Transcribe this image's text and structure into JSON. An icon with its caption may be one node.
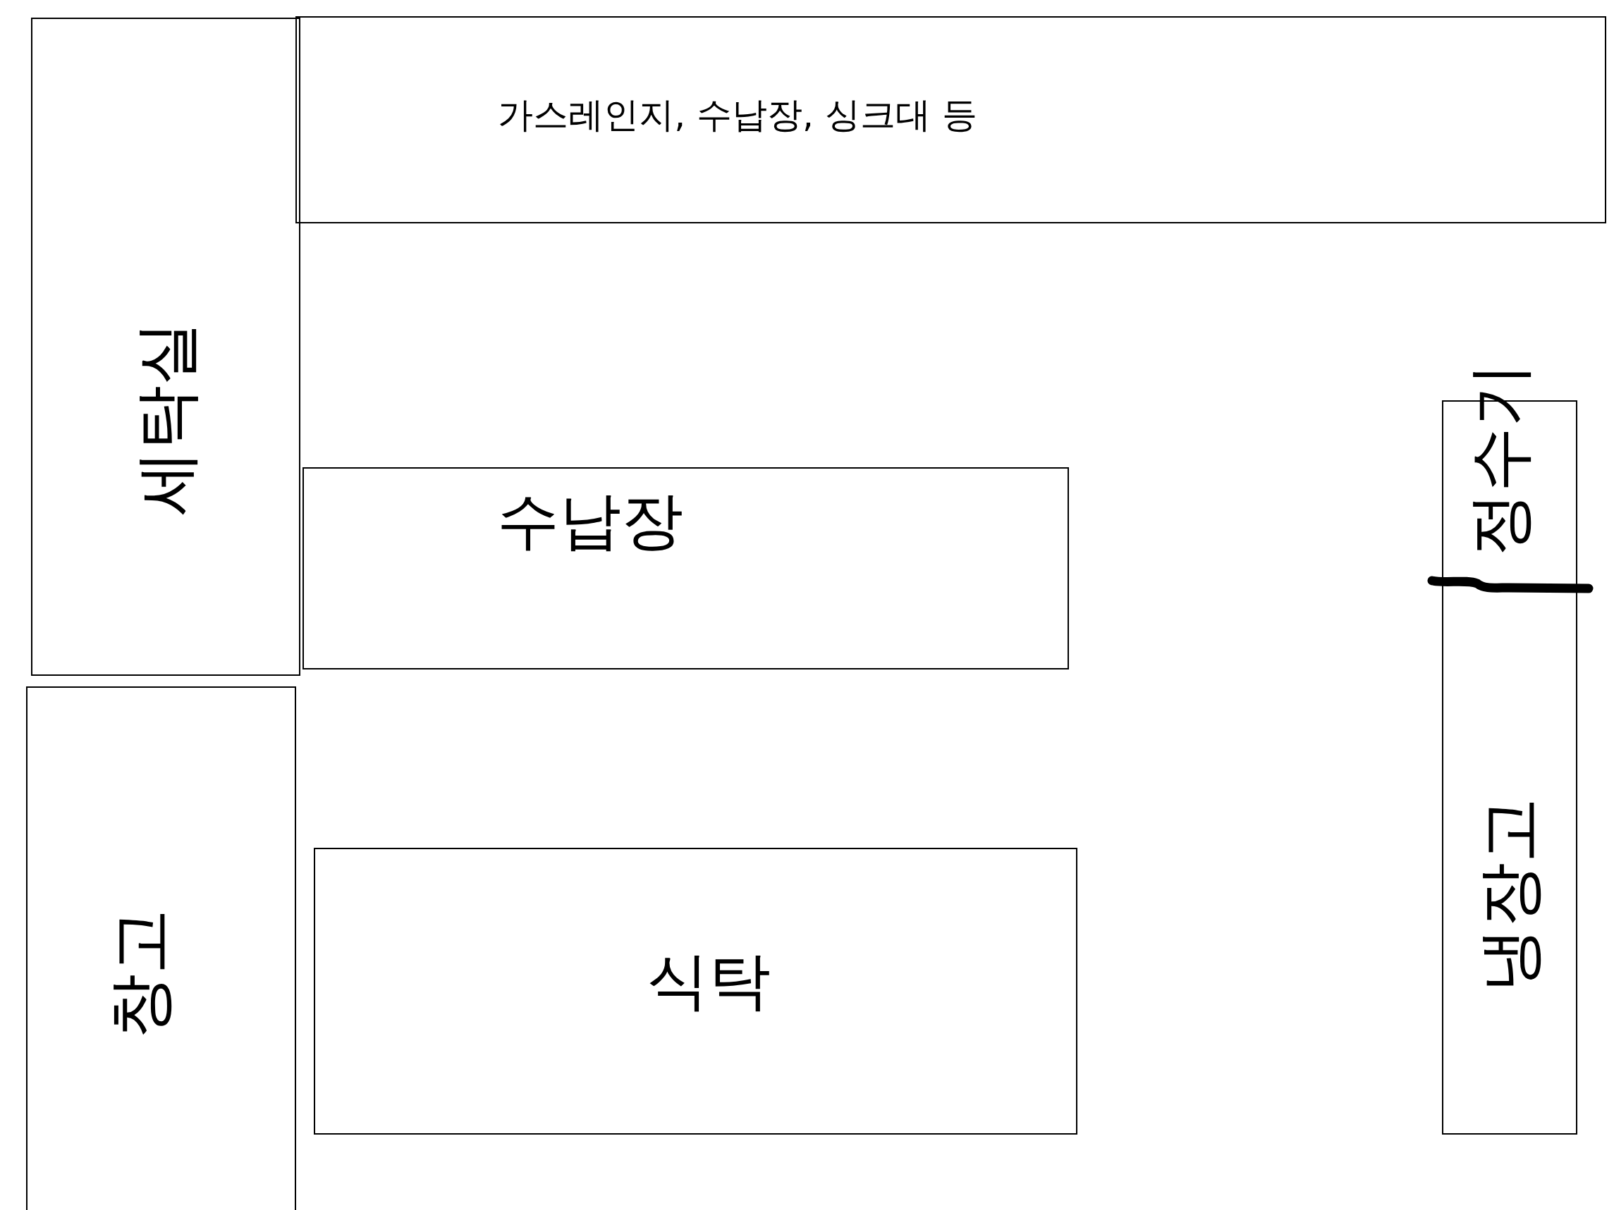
{
  "diagram": {
    "nodes": [
      {
        "text": [
          "세탁실"
        ]
      },
      {
        "text": [
          "가스레인지, 수납장, 싱크대 등"
        ]
      },
      {
        "text": [
          "수납장"
        ]
      },
      {
        "text": [
          "창고"
        ]
      },
      {
        "text": [
          "식탁"
        ]
      },
      {
        "text": [
          "정수기"
        ]
      },
      {
        "text": [
          "냉장고"
        ]
      }
    ]
  }
}
